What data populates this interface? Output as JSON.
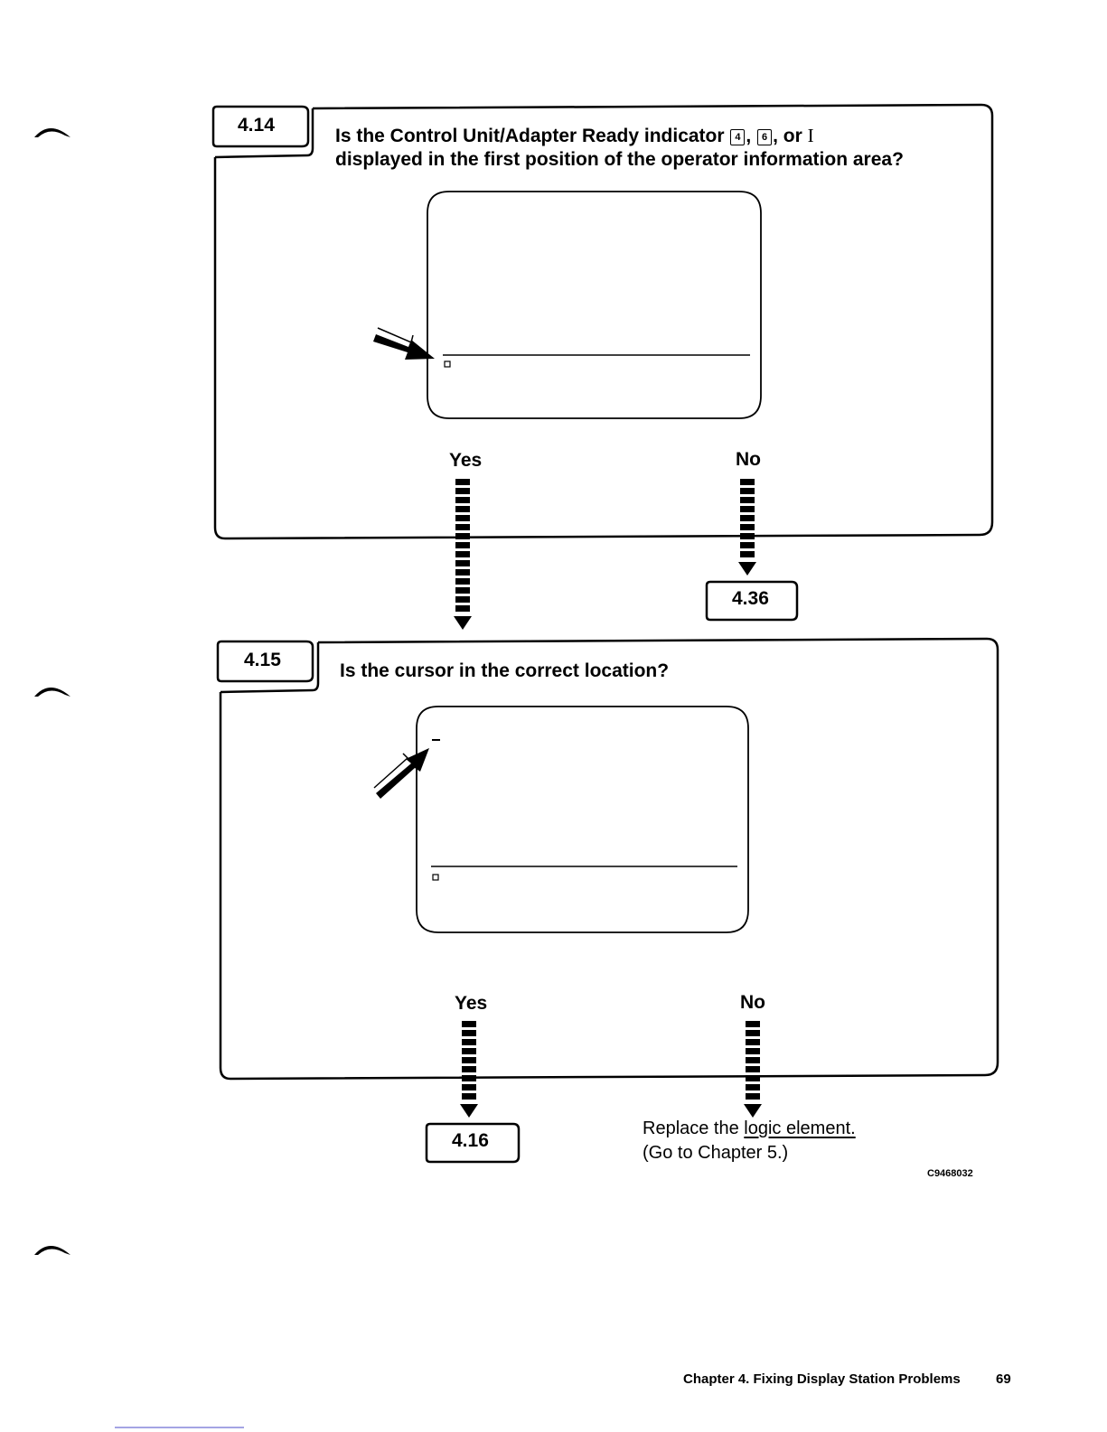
{
  "step_414": {
    "number": "4.14",
    "question_line1": "Is the Control Unit/Adapter Ready indicator",
    "indicator_1": "4",
    "indicator_2": "6",
    "or_text": ", or",
    "indicator_3": "I",
    "question_line2": "displayed in the first position of the operator information area?",
    "yes_label": "Yes",
    "no_label": "No",
    "no_ref": "4.36"
  },
  "step_415": {
    "number": "4.15",
    "question": "Is the cursor in the correct location?",
    "yes_label": "Yes",
    "no_label": "No",
    "yes_ref": "4.16",
    "no_action_line1_pre": "Replace the ",
    "no_action_line1_link": "logic element.",
    "no_action_line2": "(Go to Chapter 5.)"
  },
  "figure_id": "C9468032",
  "footer": {
    "chapter": "Chapter 4.  Fixing Display Station Problems",
    "page_number": "69"
  },
  "colors": {
    "ink": "#000000",
    "paper": "#ffffff"
  }
}
